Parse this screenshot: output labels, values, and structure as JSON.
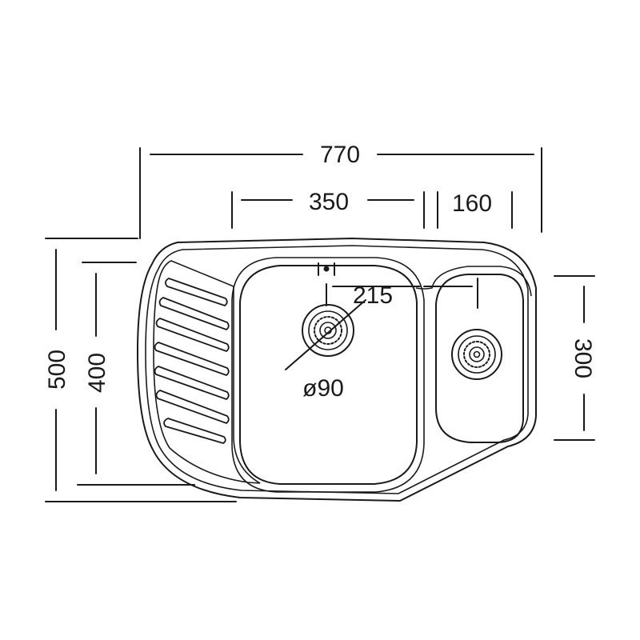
{
  "dimensions": {
    "overall_width": "770",
    "main_bowl_width": "350",
    "small_bowl_width": "160",
    "overall_depth": "500",
    "inner_depth": "400",
    "small_bowl_depth": "300",
    "center_distance": "215",
    "drain_diameter": "ø90"
  },
  "colors": {
    "line": "#1a1a1a",
    "background": "#ffffff"
  }
}
